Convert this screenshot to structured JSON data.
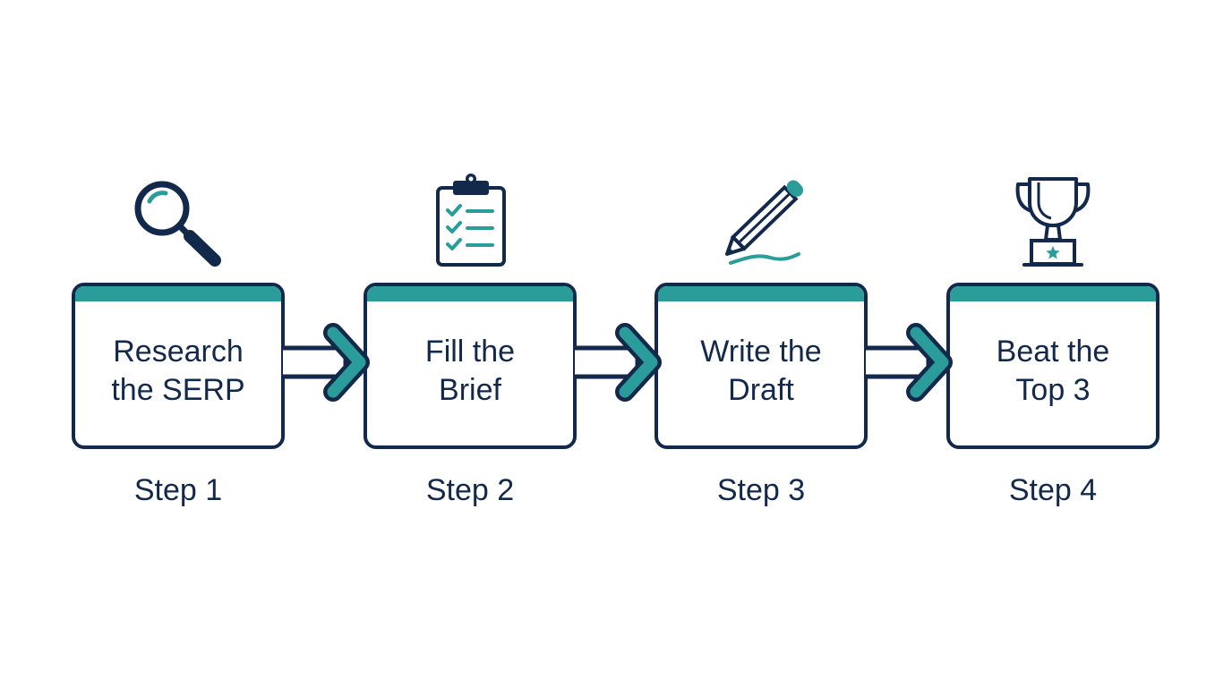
{
  "colors": {
    "navy": "#13294b",
    "teal": "#2a9d9a",
    "background": "#ffffff"
  },
  "steps": [
    {
      "title_line1": "Research",
      "title_line2": "the SERP",
      "step_label": "Step 1",
      "icon": "magnifying-glass-icon"
    },
    {
      "title_line1": "Fill the",
      "title_line2": "Brief",
      "step_label": "Step 2",
      "icon": "clipboard-checklist-icon"
    },
    {
      "title_line1": "Write the",
      "title_line2": "Draft",
      "step_label": "Step 3",
      "icon": "pencil-icon"
    },
    {
      "title_line1": "Beat the",
      "title_line2": "Top 3",
      "step_label": "Step 4",
      "icon": "trophy-icon"
    }
  ],
  "connectors": [
    "arrow-right-icon",
    "arrow-right-icon",
    "arrow-right-icon"
  ]
}
